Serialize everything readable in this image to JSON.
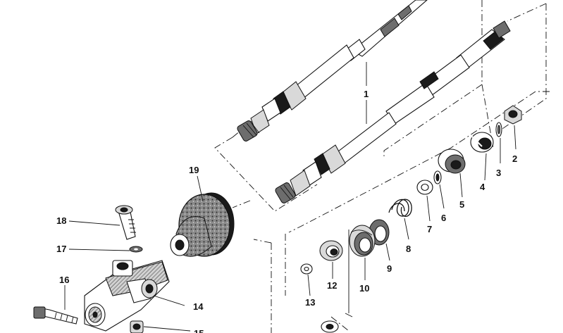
{
  "diagram": {
    "callouts": [
      {
        "id": "c1",
        "text": "1"
      },
      {
        "id": "c2",
        "text": "2"
      },
      {
        "id": "c3",
        "text": "3"
      },
      {
        "id": "c4",
        "text": "4"
      },
      {
        "id": "c5",
        "text": "5"
      },
      {
        "id": "c6",
        "text": "6"
      },
      {
        "id": "c7",
        "text": "7"
      },
      {
        "id": "c8",
        "text": "8"
      },
      {
        "id": "c9",
        "text": "9"
      },
      {
        "id": "c10",
        "text": "10"
      },
      {
        "id": "c11",
        "text": "15"
      },
      {
        "id": "c12",
        "text": "12"
      },
      {
        "id": "c13",
        "text": "13"
      },
      {
        "id": "c14",
        "text": "14"
      },
      {
        "id": "c16",
        "text": "16"
      },
      {
        "id": "c17",
        "text": "17"
      },
      {
        "id": "c18",
        "text": "18"
      },
      {
        "id": "c19",
        "text": "19"
      }
    ]
  }
}
